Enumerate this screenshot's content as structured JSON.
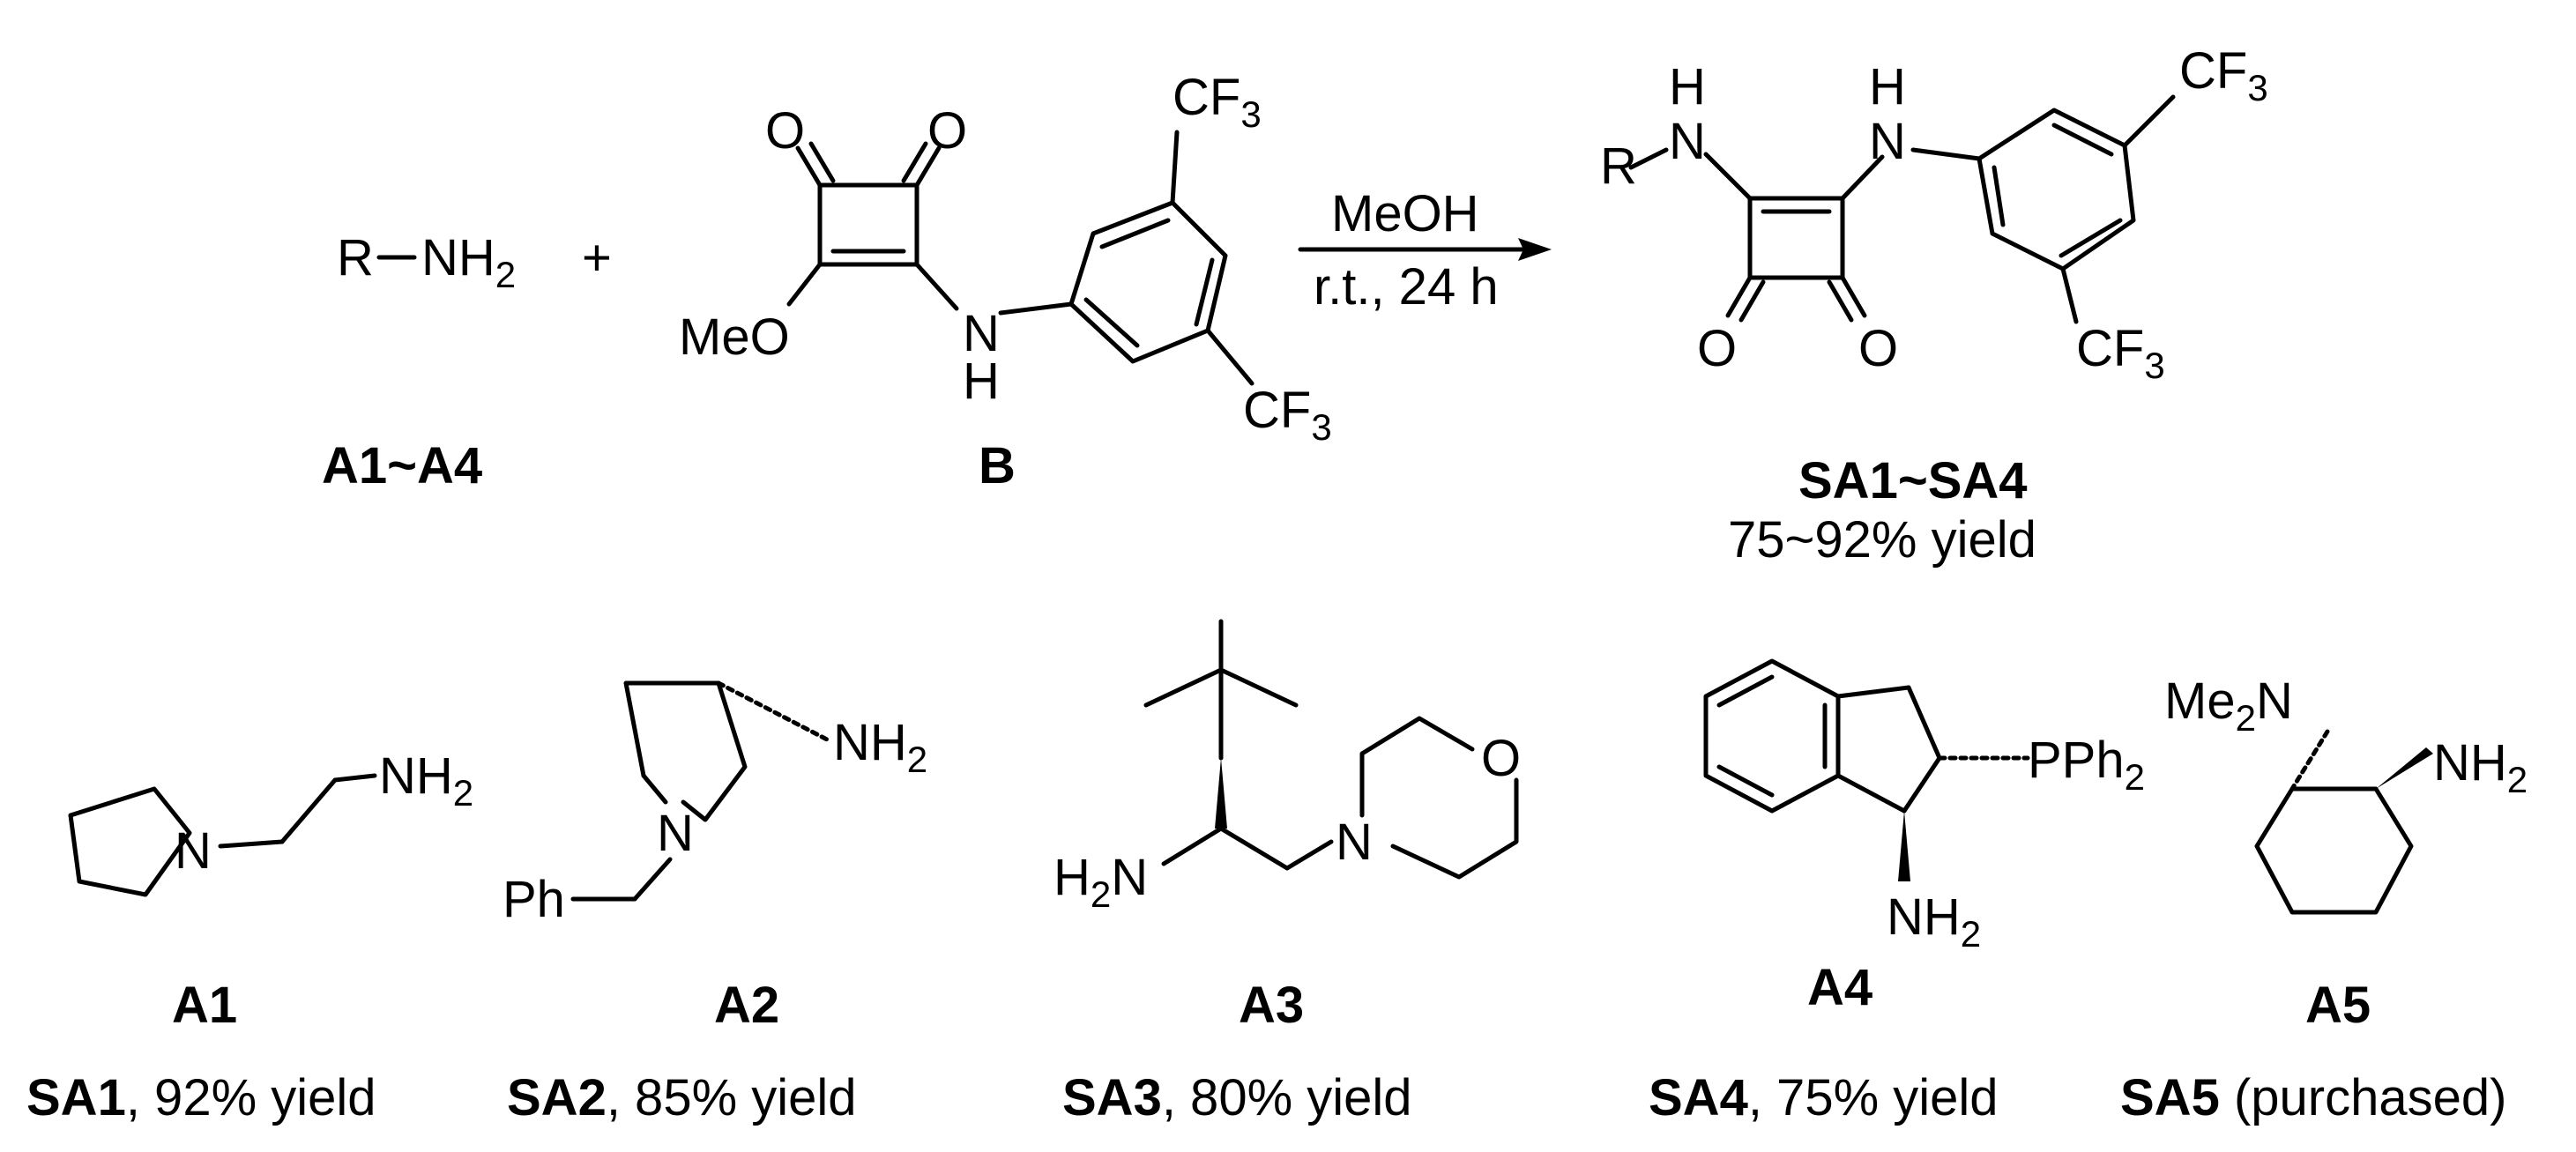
{
  "reaction": {
    "reagent_a": {
      "text": "R",
      "group_main": "NH",
      "group_sub": "2"
    },
    "plus": "+",
    "reagent_b": {
      "methoxy": "MeO",
      "n": "N",
      "h": "H",
      "o1": "O",
      "o2": "O",
      "cf3_main": "CF",
      "cf3_sub": "3"
    },
    "label_a": "A1~A4",
    "label_b": "B",
    "conditions_top": "MeOH",
    "conditions_bottom": "r.t., 24 h",
    "product": {
      "r": "R",
      "h1": "H",
      "n1": "N",
      "h2": "H",
      "n2": "N",
      "o1": "O",
      "o2": "O",
      "cf3_main": "CF",
      "cf3_sub": "3"
    },
    "product_label": "SA1~SA4",
    "product_yield": "75~92% yield"
  },
  "compounds": [
    {
      "id": "A1",
      "caption_bold": "SA1",
      "caption_rest": ", 92% yield",
      "atoms": {
        "n": "N",
        "nh2_main": "NH",
        "nh2_sub": "2"
      }
    },
    {
      "id": "A2",
      "caption_bold": "SA2",
      "caption_rest": ", 85% yield",
      "atoms": {
        "n": "N",
        "ph": "Ph",
        "nh2_main": "NH",
        "nh2_sub": "2"
      }
    },
    {
      "id": "A3",
      "caption_bold": "SA3",
      "caption_rest": ", 80% yield",
      "atoms": {
        "h2n_h": "H",
        "h2n_sub": "2",
        "h2n_n": "N",
        "n": "N",
        "o": "O"
      }
    },
    {
      "id": "A4",
      "caption_bold": "SA4",
      "caption_rest": ", 75% yield",
      "atoms": {
        "pph_main": "PPh",
        "pph_sub": "2",
        "nh2_main": "NH",
        "nh2_sub": "2"
      }
    },
    {
      "id": "A5",
      "caption_bold": "SA5",
      "caption_rest": " (purchased)",
      "atoms": {
        "me": "Me",
        "me_sub": "2",
        "n": "N",
        "nh2_main": "NH",
        "nh2_sub": "2"
      }
    }
  ]
}
